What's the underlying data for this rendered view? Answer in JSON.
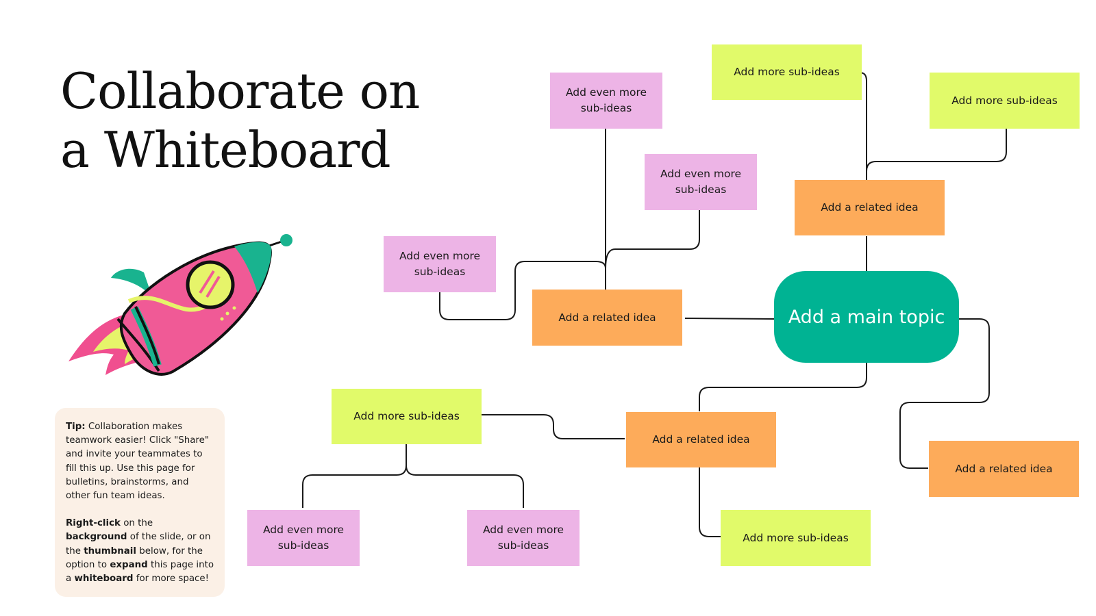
{
  "title": {
    "line1": "Collaborate on",
    "line2": "a Whiteboard"
  },
  "tip": {
    "tip_label": "Tip:",
    "tip_text": " Collaboration makes teamwork easier! Click \"Share\" and invite your teammates to fill this up. Use this page for bulletins, brainstorms, and other fun team ideas.",
    "rc_label": "Right-click",
    "rc_t1": " on the ",
    "rc_b1": "background",
    "rc_t2": " of the slide, or on the ",
    "rc_b2": "thumbnail",
    "rc_t3": " below, for the option to ",
    "rc_b3": "expand",
    "rc_t4": " this page into a ",
    "rc_b4": "whiteboard",
    "rc_t5": " for more space!"
  },
  "diagram": {
    "main_topic": "Add a main topic",
    "nodes": [
      {
        "id": "n1",
        "text": "Add more sub-ideas",
        "color": "lime"
      },
      {
        "id": "n2",
        "text": "Add more sub-ideas",
        "color": "lime"
      },
      {
        "id": "n3",
        "text": "Add even more sub-ideas",
        "color": "pink"
      },
      {
        "id": "n4",
        "text": "Add even more sub-ideas",
        "color": "pink"
      },
      {
        "id": "n5",
        "text": "Add a related idea",
        "color": "orange"
      },
      {
        "id": "n6",
        "text": "Add even more sub-ideas",
        "color": "pink"
      },
      {
        "id": "n7",
        "text": "Add a related idea",
        "color": "orange"
      },
      {
        "id": "n8",
        "text": "Add more sub-ideas",
        "color": "lime"
      },
      {
        "id": "n9",
        "text": "Add a related idea",
        "color": "orange"
      },
      {
        "id": "n10",
        "text": "Add a related idea",
        "color": "orange"
      },
      {
        "id": "n11",
        "text": "Add even more sub-ideas",
        "color": "pink"
      },
      {
        "id": "n12",
        "text": "Add even more sub-ideas",
        "color": "pink"
      },
      {
        "id": "n13",
        "text": "Add more sub-ideas",
        "color": "lime"
      }
    ]
  },
  "colors": {
    "main": "#00b393",
    "pink": "#edb4e6",
    "lime": "#e1fa6a",
    "orange": "#fdab5a",
    "tip_bg": "#fbf0e6"
  }
}
